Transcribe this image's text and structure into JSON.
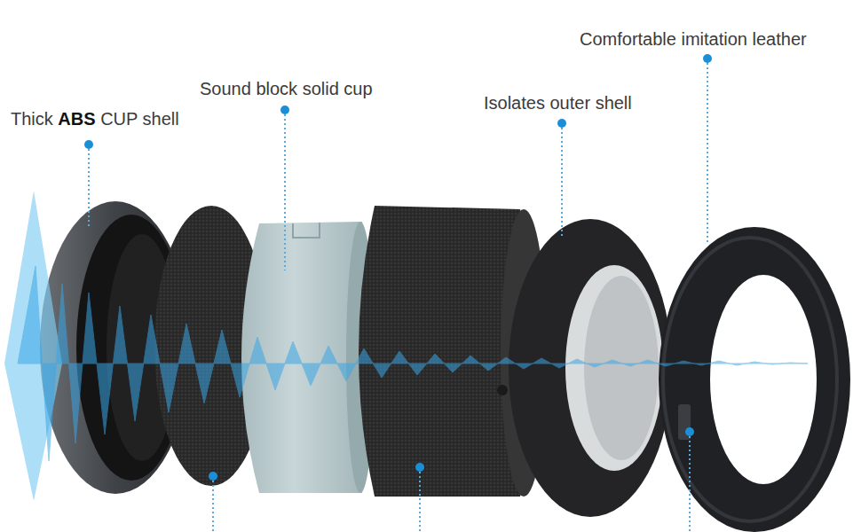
{
  "diagram": {
    "labels": [
      "Thick ABS CUP shell",
      "Sound block solid cup",
      "Isolates outer shell",
      "Comfortable imitation leather"
    ]
  }
}
